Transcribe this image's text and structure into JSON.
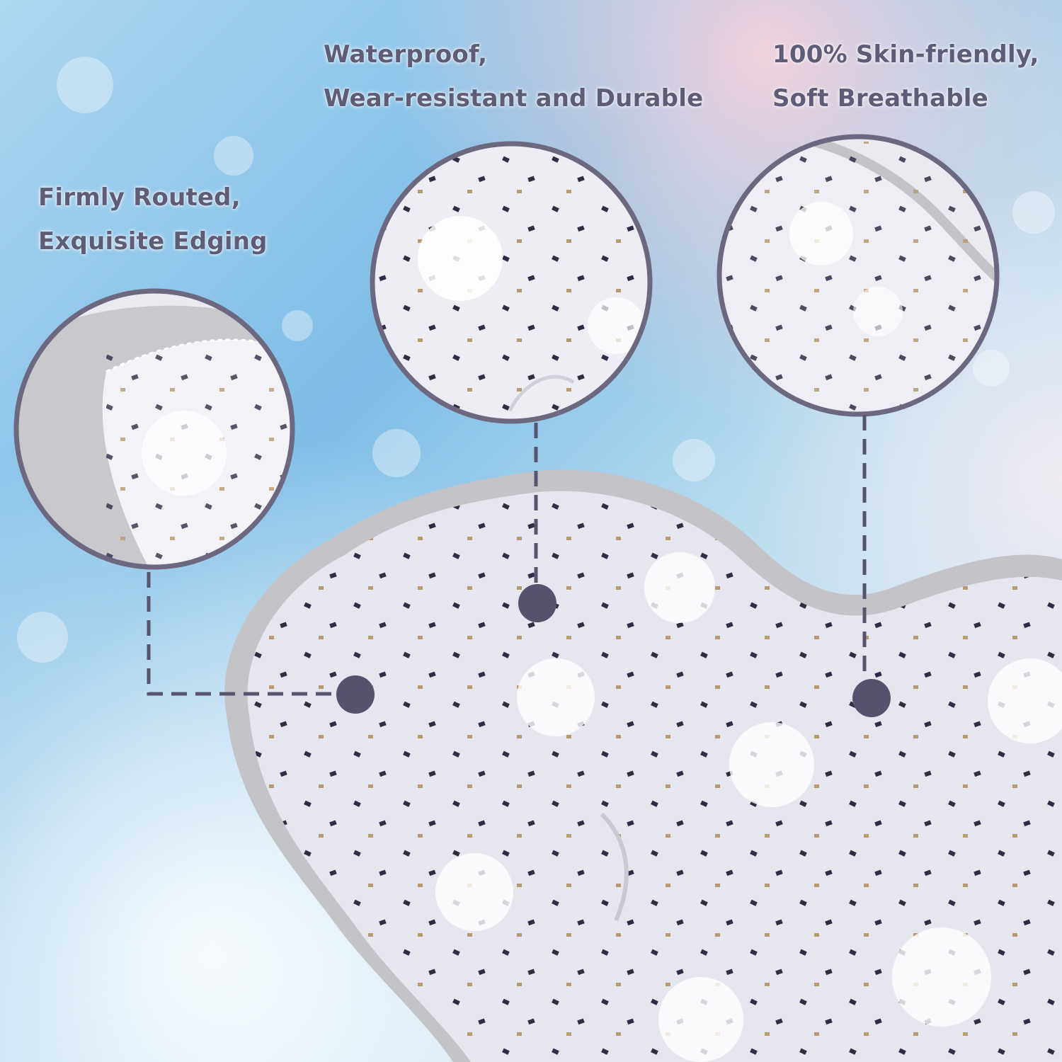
{
  "features": [
    {
      "id": "edging",
      "line1": "Firmly Routed,",
      "line2": "Exquisite Edging"
    },
    {
      "id": "waterproof",
      "line1": "Waterproof,",
      "line2": "Wear-resistant and Durable"
    },
    {
      "id": "skin",
      "line1": "100% Skin-friendly,",
      "line2": "Soft Breathable"
    }
  ],
  "colors": {
    "text": "#5f5c78",
    "ring": "#6b687f",
    "marker": "#55526e",
    "fabric": "#e6e6ee",
    "trim": "#c3c3c8",
    "sky_blue": "#8fc3e6",
    "sky_pink": "#f2cfd6"
  }
}
